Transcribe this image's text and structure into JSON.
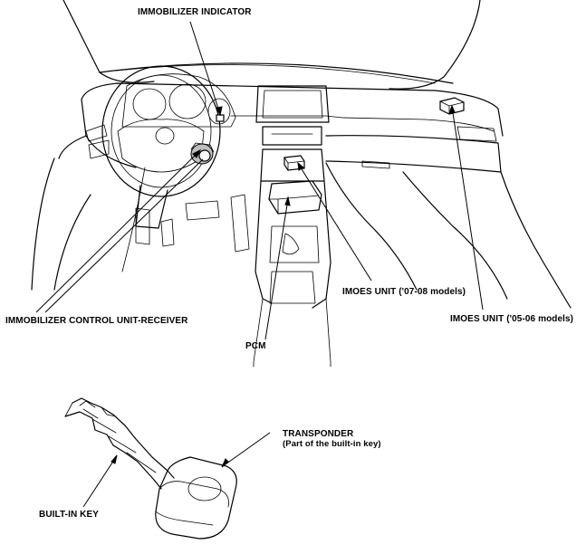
{
  "labels": {
    "immobilizer_indicator": "IMMOBILIZER INDICATOR",
    "imoes_unit_07_08": "IMOES UNIT ('07-08 models)",
    "imoes_unit_05_06": "IMOES UNIT ('05-06 models)",
    "immobilizer_control_unit_receiver": "IMMOBILIZER CONTROL UNIT-RECEIVER",
    "pcm": "PCM",
    "transponder": "TRANSPONDER",
    "transponder_note": "(Part of the built-in key)",
    "built_in_key": "BUILT-IN KEY"
  }
}
